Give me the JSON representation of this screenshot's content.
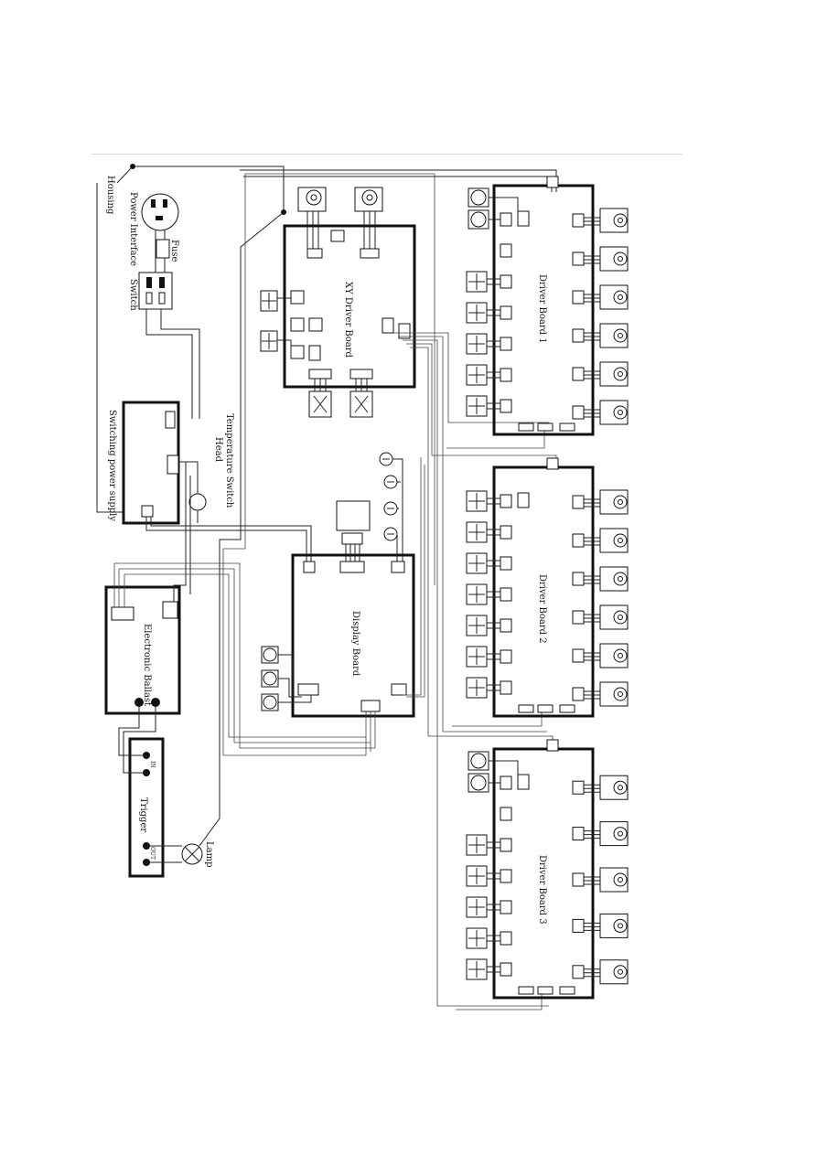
{
  "diagram": {
    "labels": {
      "housing": "Housing",
      "power_interface": "Power Interface",
      "fuse": "Fuse",
      "switch": "Switch",
      "switching_power_supply": "Switching power supply",
      "temperature_switch": "Temperature Switch",
      "head": "Head",
      "xy_driver_board": "XY Driver Board",
      "display_board": "Display Board",
      "electronic_ballast": "Electronic Ballast",
      "trigger": "Trigger",
      "lamp": "Lamp",
      "driver_board_1": "Driver Board 1",
      "driver_board_2": "Driver Board 2",
      "driver_board_3": "Driver Board 3",
      "in": "IN",
      "out": "OUT"
    },
    "colors": {
      "line": "#111111",
      "rule": "#d9d9d9",
      "background": "#ffffff"
    }
  }
}
